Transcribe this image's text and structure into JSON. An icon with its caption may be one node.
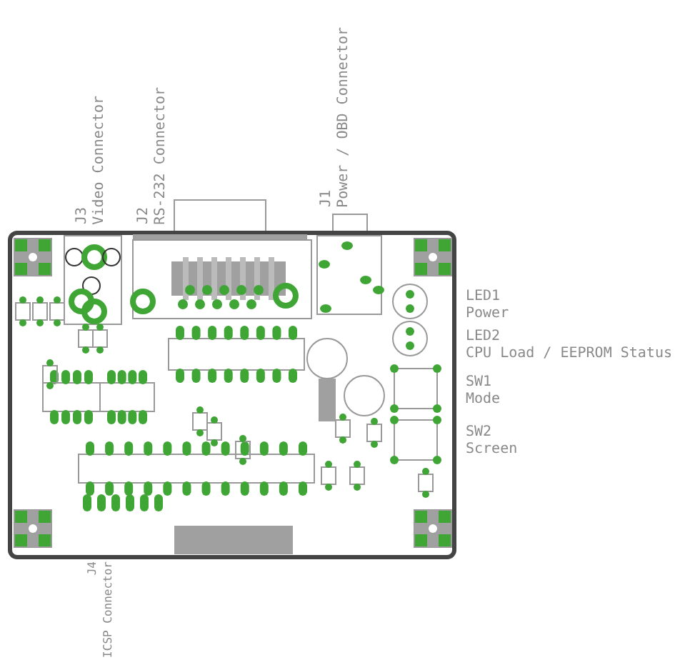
{
  "diagram": {
    "labels": [
      "J3",
      "Video Connector",
      "J2",
      "RS-232 Connector",
      "J1",
      "Power / OBD Connector",
      "LED1",
      "Power",
      "LED2",
      "CPU Load / EEPROM Status",
      "SW1",
      "Mode",
      "SW2",
      "Screen",
      "J4",
      "ICSP Connector"
    ]
  }
}
